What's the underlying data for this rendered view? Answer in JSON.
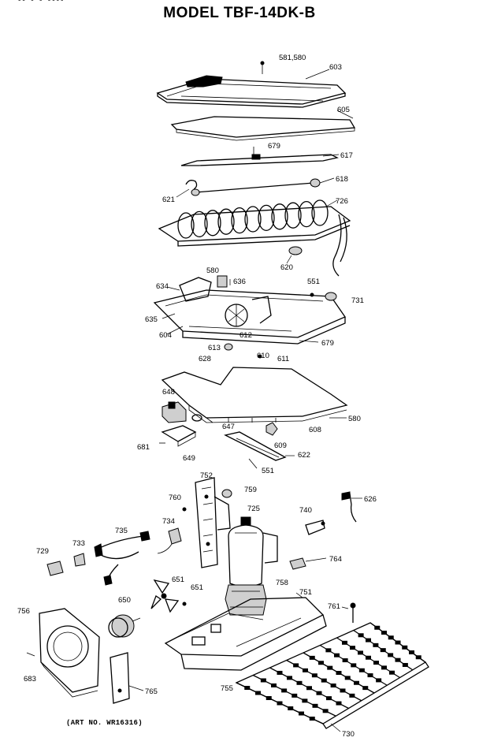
{
  "title": "MODEL TBF-14DK-B",
  "corner_text": "-- - - ----",
  "art_no": "(ART NO. WR16316)",
  "part_labels": [
    {
      "id": "581-580",
      "text": "581,580"
    },
    {
      "id": "603",
      "text": "603"
    },
    {
      "id": "605",
      "text": "605"
    },
    {
      "id": "679",
      "text": "679"
    },
    {
      "id": "617",
      "text": "617"
    },
    {
      "id": "618",
      "text": "618"
    },
    {
      "id": "621",
      "text": "621"
    },
    {
      "id": "726",
      "text": "726"
    },
    {
      "id": "620",
      "text": "620"
    },
    {
      "id": "580a",
      "text": "580"
    },
    {
      "id": "636",
      "text": "636"
    },
    {
      "id": "634",
      "text": "634"
    },
    {
      "id": "551a",
      "text": "551"
    },
    {
      "id": "731",
      "text": "731"
    },
    {
      "id": "635",
      "text": "635"
    },
    {
      "id": "604",
      "text": "604"
    },
    {
      "id": "612",
      "text": "612"
    },
    {
      "id": "613",
      "text": "613"
    },
    {
      "id": "628",
      "text": "628"
    },
    {
      "id": "610",
      "text": "610"
    },
    {
      "id": "611",
      "text": "611"
    },
    {
      "id": "679b",
      "text": "679"
    },
    {
      "id": "648",
      "text": "648"
    },
    {
      "id": "608",
      "text": "608"
    },
    {
      "id": "580b",
      "text": "580"
    },
    {
      "id": "647",
      "text": "647"
    },
    {
      "id": "609",
      "text": "609"
    },
    {
      "id": "681",
      "text": "681"
    },
    {
      "id": "649",
      "text": "649"
    },
    {
      "id": "622",
      "text": "622"
    },
    {
      "id": "551b",
      "text": "551"
    },
    {
      "id": "752",
      "text": "752"
    },
    {
      "id": "759",
      "text": "759"
    },
    {
      "id": "760",
      "text": "760"
    },
    {
      "id": "725",
      "text": "725"
    },
    {
      "id": "740",
      "text": "740"
    },
    {
      "id": "626",
      "text": "626"
    },
    {
      "id": "734",
      "text": "734"
    },
    {
      "id": "735",
      "text": "735"
    },
    {
      "id": "729",
      "text": "729"
    },
    {
      "id": "733",
      "text": "733"
    },
    {
      "id": "764",
      "text": "764"
    },
    {
      "id": "651a",
      "text": "651"
    },
    {
      "id": "651b",
      "text": "651"
    },
    {
      "id": "758",
      "text": "758"
    },
    {
      "id": "751",
      "text": "751"
    },
    {
      "id": "650",
      "text": "650"
    },
    {
      "id": "756",
      "text": "756"
    },
    {
      "id": "761",
      "text": "761"
    },
    {
      "id": "683",
      "text": "683"
    },
    {
      "id": "765",
      "text": "765"
    },
    {
      "id": "755",
      "text": "755"
    },
    {
      "id": "730",
      "text": "730"
    }
  ]
}
